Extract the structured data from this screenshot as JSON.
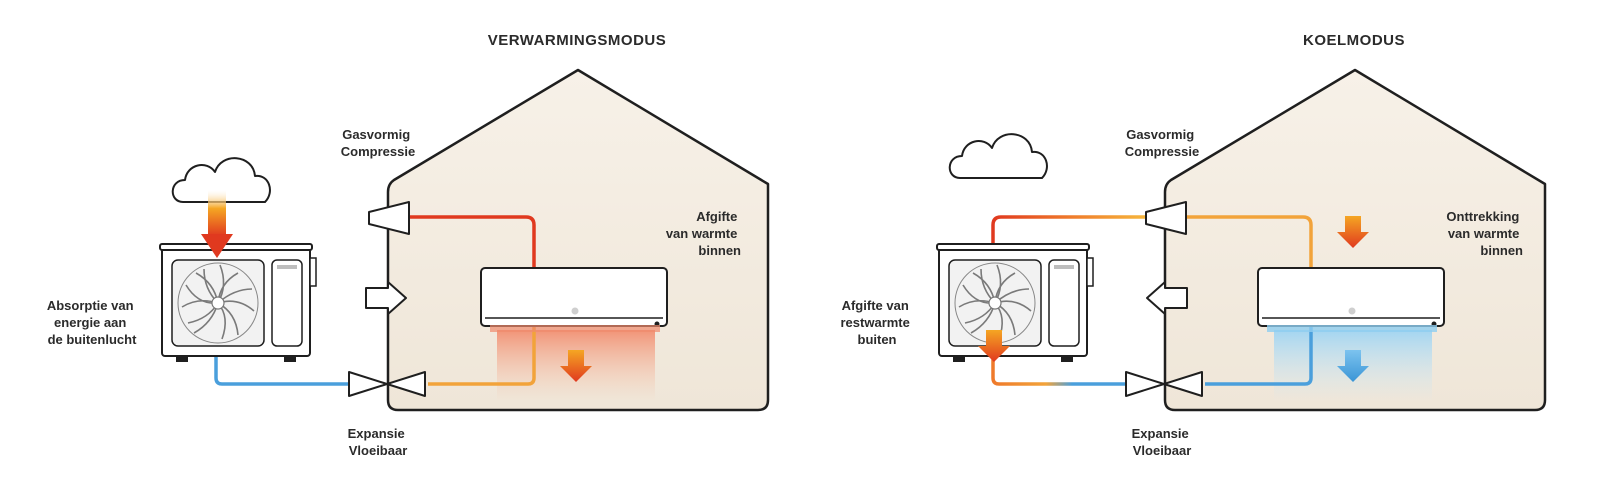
{
  "heating": {
    "title": "VERWARMINGSMODUS",
    "compression": [
      "Gasvormig",
      "Compressie"
    ],
    "expansion": [
      "Expansie",
      "Vloeibaar"
    ],
    "indoor_label": [
      "Afgifte",
      "van warmte",
      "binnen"
    ],
    "outdoor_label": [
      "Absorptie van",
      "energie aan",
      "de buitenlucht"
    ]
  },
  "cooling": {
    "title": "KOELMODUS",
    "compression": [
      "Gasvormig",
      "Compressie"
    ],
    "expansion": [
      "Expansie",
      "Vloeibaar"
    ],
    "indoor_label": [
      "Onttrekking",
      "van warmte",
      "binnen"
    ],
    "outdoor_label": [
      "Afgifte van",
      "restwarmte",
      "buiten"
    ]
  },
  "colors": {
    "hot": "#e0391f",
    "warm": "#f2a33a",
    "cold": "#4a9fdc",
    "house_fill": "#f4ede3",
    "outline": "#1f1f1f"
  }
}
